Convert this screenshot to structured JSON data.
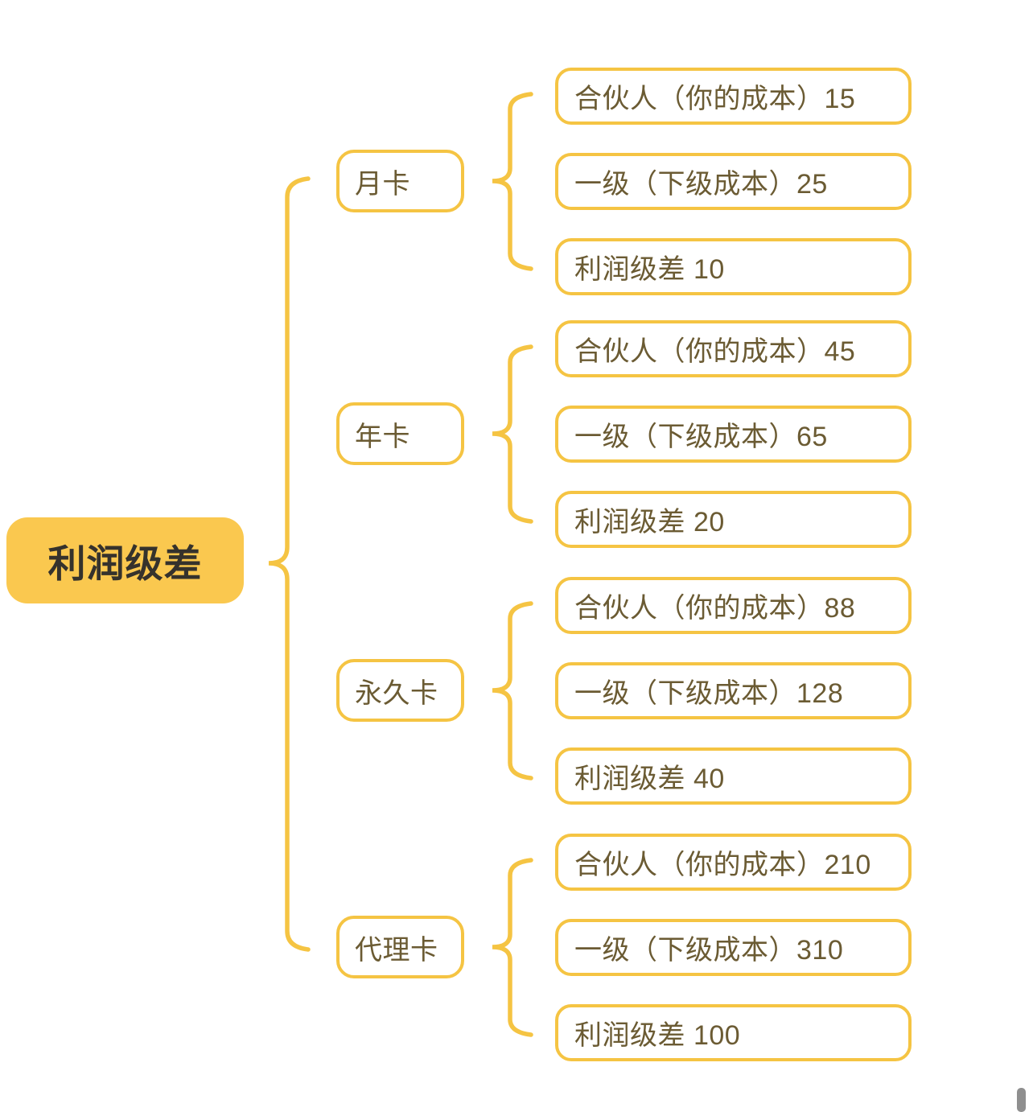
{
  "root": {
    "label": "利润级差"
  },
  "branches": [
    {
      "label": "月卡",
      "children": [
        "合伙人（你的成本）15",
        "一级（下级成本）25",
        "利润级差 10"
      ]
    },
    {
      "label": "年卡",
      "children": [
        "合伙人（你的成本）45",
        "一级（下级成本）65",
        "利润级差 20"
      ]
    },
    {
      "label": "永久卡",
      "children": [
        "合伙人（你的成本）88",
        "一级（下级成本）128",
        "利润级差 40"
      ]
    },
    {
      "label": "代理卡",
      "children": [
        "合伙人（你的成本）210",
        "一级（下级成本）310",
        "利润级差 100"
      ]
    }
  ],
  "colors": {
    "accent_yellow": "#F5C443",
    "root_fill": "#FAC84F",
    "node_text": "#6B5B33",
    "root_text": "#35322C",
    "scrollbar_gray": "#8F8F8F"
  }
}
